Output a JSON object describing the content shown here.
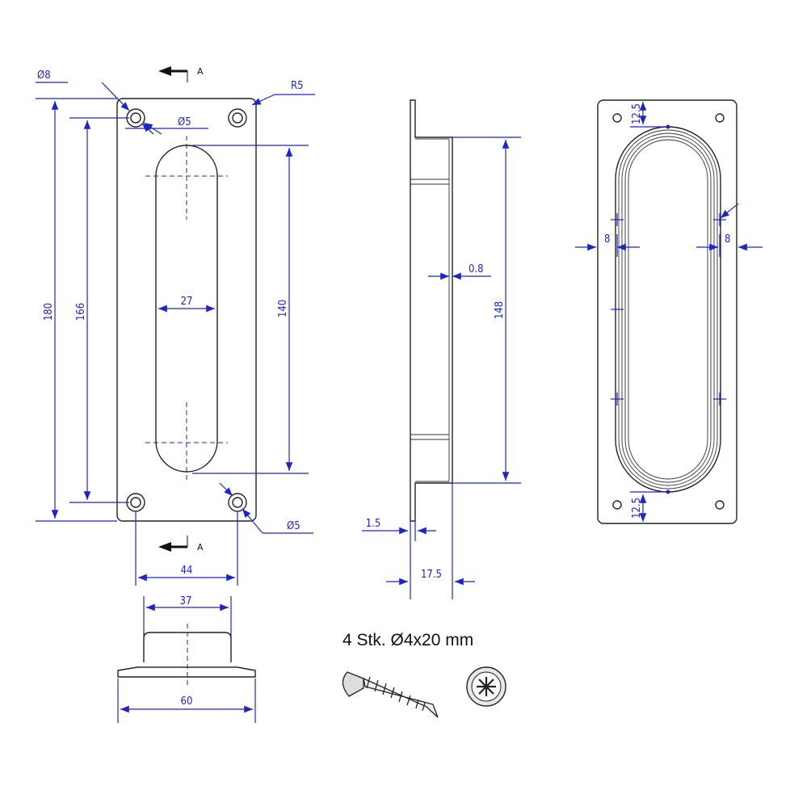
{
  "dimensions": {
    "diam8": "Ø8",
    "radius5": "R5",
    "diam5_top": "Ø5",
    "diam5_bottom": "Ø5",
    "height180": "180",
    "height166": "166",
    "height140": "140",
    "width27": "27",
    "width44": "44",
    "width37": "37",
    "width60": "60",
    "thickness0_8": "0.8",
    "height148": "148",
    "thickness1_5": "1.5",
    "depth17_5": "17.5",
    "offset8_left": "8",
    "offset8_right": "8",
    "edge12_5_top": "12.5",
    "edge12_5_bottom": "12.5"
  },
  "section_labels": {
    "top": "A",
    "bottom": "A"
  },
  "caption": "4 Stk. Ø4x20 mm",
  "colors": {
    "dimension": "#1f25c4",
    "outline": "#222222"
  },
  "icons": {
    "screw": "screw-icon",
    "screw_head": "screw-head-icon"
  }
}
